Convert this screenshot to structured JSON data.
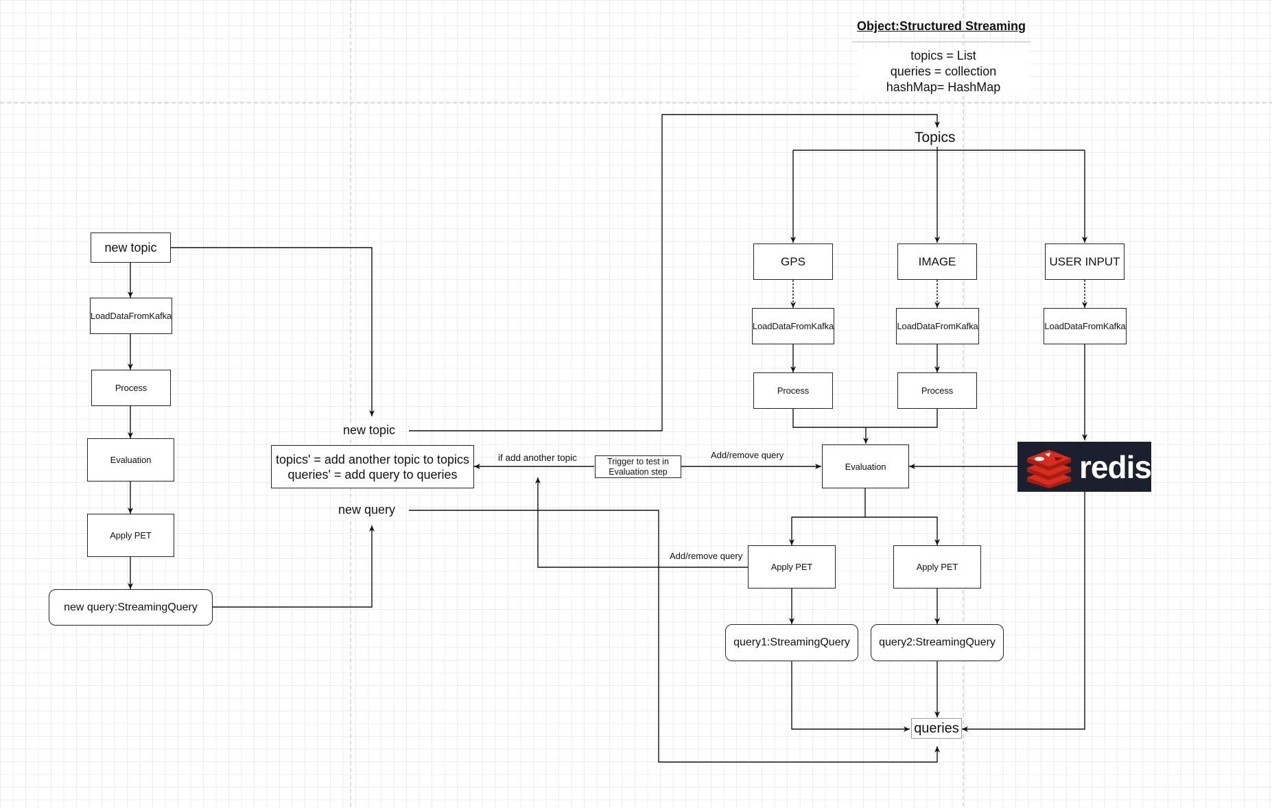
{
  "header": {
    "title": "Object:Structured Streaming",
    "attributes": [
      "topics = List",
      "queries = collection",
      "hashMap= HashMap"
    ]
  },
  "left_flow": {
    "new_topic": "new topic",
    "load": "LoadDataFromKafka",
    "process": "Process",
    "evaluation": "Evaluation",
    "apply_pet": "Apply PET",
    "new_query": "new query:StreamingQuery"
  },
  "middle": {
    "new_topic_label": "new topic",
    "update_lines": [
      "topics' = add another topic to topics",
      "queries' = add query to queries"
    ],
    "new_query_label": "new query",
    "if_add_topic": "if add another topic",
    "trigger_lines": [
      "Trigger to test in",
      "Evaluation step"
    ],
    "add_remove_query_top": "Add/remove query",
    "add_remove_query_bottom": "Add/remove query"
  },
  "right_flow": {
    "topics": "Topics",
    "gps": "GPS",
    "image": "IMAGE",
    "user_input": "USER INPUT",
    "load_gps": "LoadDataFromKafka",
    "load_image": "LoadDataFromKafka",
    "load_user": "LoadDataFromKafka",
    "process_gps": "Process",
    "process_image": "Process",
    "evaluation": "Evaluation",
    "apply_pet_1": "Apply PET",
    "apply_pet_2": "Apply PET",
    "query1": "query1:StreamingQuery",
    "query2": "query2:StreamingQuery",
    "queries": "queries"
  },
  "redis": {
    "logo_text": "redis",
    "icon": "redis-cube-icon",
    "bg_color": "#1b1f2e",
    "accent_color": "#d82c20"
  }
}
